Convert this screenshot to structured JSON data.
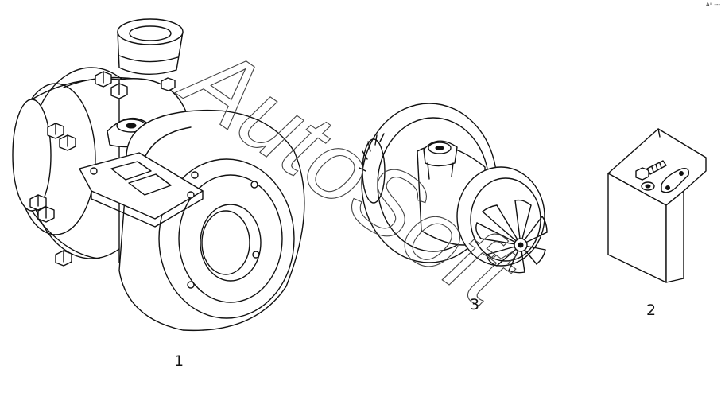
{
  "figure": {
    "watermark": "AutoSoft",
    "corner_mark": "A* ---",
    "parts": [
      {
        "number": "1",
        "name": "turbocharger-assembly"
      },
      {
        "number": "3",
        "name": "cartridge-rotor"
      },
      {
        "number": "2",
        "name": "mounting-kit"
      }
    ]
  },
  "colors": {
    "line": "#111111",
    "background": "#ffffff",
    "watermark": "#444444"
  }
}
